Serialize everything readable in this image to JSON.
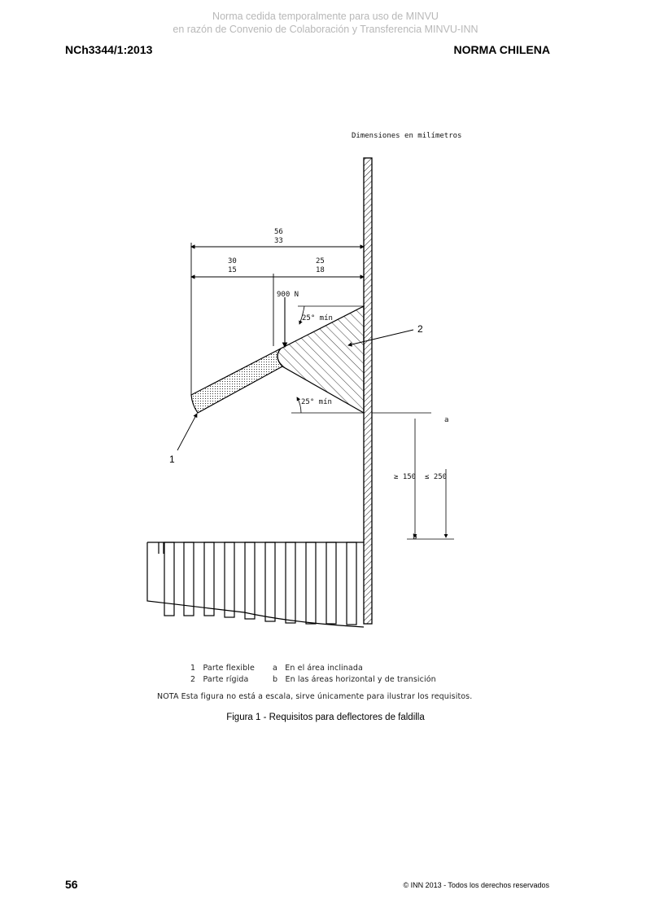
{
  "watermark": {
    "line1": "Norma cedida temporalmente para uso de MINVU",
    "line2": "en razón de Convenio de Colaboración y Transferencia MINVU-INN"
  },
  "header": {
    "left": "NCh3344/1:2013",
    "right": "NORMA CHILENA"
  },
  "figure": {
    "units_note": "Dimensiones en milímetros",
    "dim_total_top": "56",
    "dim_total_bottom": "33",
    "dim_left_top": "30",
    "dim_left_bottom": "15",
    "dim_right_top": "25",
    "dim_right_bottom": "18",
    "force": "900 N",
    "angle_upper": "25° mín",
    "angle_lower": "25° mín",
    "callout_1": "1",
    "callout_2": "2",
    "dim_vertical_a": "≥ 150",
    "dim_vertical_b": "≤ 250",
    "note_a": "a",
    "note_b": "b"
  },
  "legend": {
    "item1_num": "1",
    "item1_text": "Parte flexible",
    "item2_num": "2",
    "item2_text": "Parte rígida",
    "note_a_key": "a",
    "note_a_text": "En el área inclinada",
    "note_b_key": "b",
    "note_b_text": "En las áreas horizontal y de transición",
    "nota": "NOTA  Esta figura no está a escala, sirve únicamente para ilustrar los requisitos."
  },
  "caption": "Figura 1 - Requisitos para deflectores de faldilla",
  "footer": {
    "page_number": "56",
    "copyright": "© INN 2013 - Todos los derechos reservados"
  }
}
